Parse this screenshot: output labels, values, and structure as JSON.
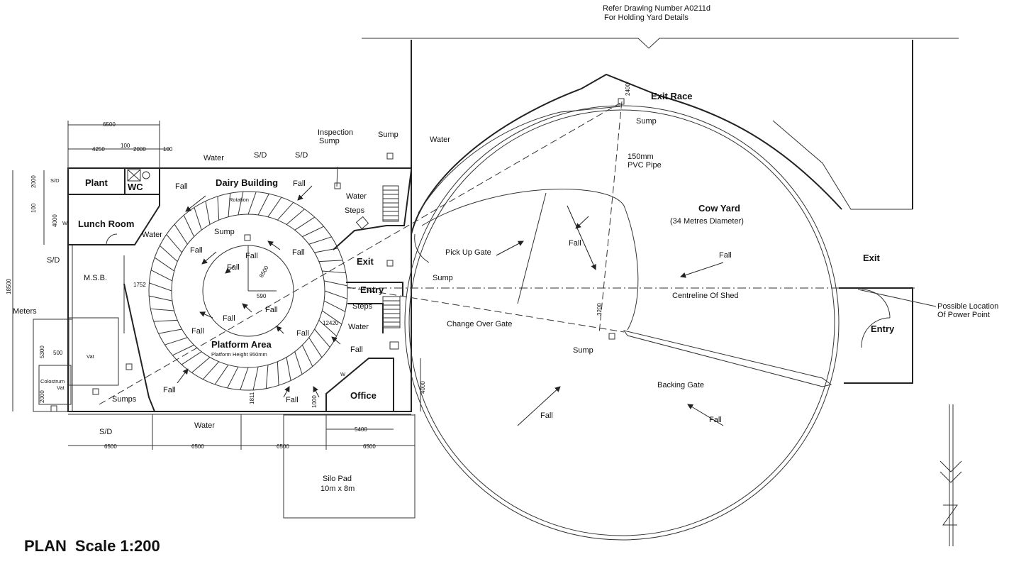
{
  "drawing": {
    "title": "PLAN",
    "scale": "Scale 1:200",
    "reference_note": [
      "Refer Drawing Number A0211d",
      "For Holding Yard Details"
    ]
  },
  "rooms": {
    "plant": "Plant",
    "wc": "WC",
    "lunch_room": "Lunch Room",
    "dairy_building": "Dairy Building",
    "rotation": "Rotation",
    "platform_area": "Platform Area",
    "platform_height": "Platform Height 950mm",
    "office": "Office",
    "exit_left": "Exit",
    "entry_left": "Entry",
    "vat": "Vat",
    "colostrum_vat": [
      "Colostrum",
      "Vat"
    ],
    "msb": "M.S.B.",
    "silo_pad": [
      "Silo Pad",
      "10m  x  8m"
    ]
  },
  "yard": {
    "cow_yard": "Cow Yard",
    "diameter": "(34 Metres Diameter)",
    "exit_race": "Exit Race",
    "exit_right": "Exit",
    "entry_right": "Entry",
    "pipe": [
      "150mm",
      "PVC Pipe"
    ],
    "pick_up_gate": "Pick Up Gate",
    "change_over_gate": "Change Over Gate",
    "backing_gate": "Backing Gate",
    "centreline": "Centreline Of Shed",
    "power_point": [
      "Possible Location",
      "Of Power Point"
    ]
  },
  "annotations": {
    "water": "Water",
    "sump": "Sump",
    "sumps": "Sumps",
    "steps": "Steps",
    "sd": "S/D",
    "fall": "Fall",
    "meters": "Meters",
    "inspection_sump": [
      "Inspection",
      "Sump"
    ],
    "w": "W"
  },
  "dimensions": {
    "top_overall": "6500",
    "top_a": "4250",
    "top_b": "100",
    "top_c": "2000",
    "top_d": "100",
    "left_overall": "18500",
    "left_a": "2000",
    "left_b": "100",
    "left_c": "4000",
    "left_d": "5300",
    "left_e": "2000",
    "vat_w": "500",
    "bottom_1": "6500",
    "bottom_2": "6500",
    "bottom_3": "6500",
    "bottom_4": "6500",
    "radius": "8500",
    "inner": "590",
    "lunch_w": "1752",
    "platform_r": "12420",
    "office_w": "5400",
    "office_h": "4000",
    "door_a": "1000",
    "door_b": "1811",
    "race_w": "2400",
    "gate_off": "3200"
  }
}
